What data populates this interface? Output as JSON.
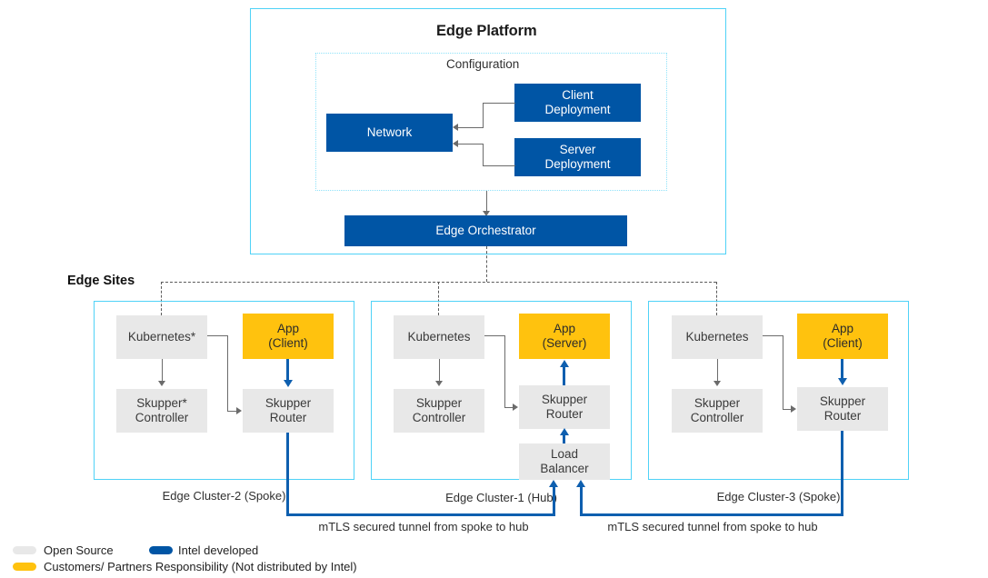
{
  "diagram": {
    "platform": {
      "title": "Edge Platform",
      "configuration_title": "Configuration",
      "boxes": {
        "network": "Network",
        "client_deployment": "Client\nDeployment",
        "client_deployment_line1": "Client",
        "client_deployment_line2": "Deployment",
        "server_deployment_line1": "Server",
        "server_deployment_line2": "Deployment",
        "edge_orchestrator": "Edge Orchestrator"
      }
    },
    "edge_sites": {
      "title": "Edge Sites",
      "clusters": [
        {
          "caption": "Edge Cluster-2 (Spoke)",
          "kubernetes": "Kubernetes*",
          "skupper_controller_line1": "Skupper*",
          "skupper_controller_line2": "Controller",
          "app_line1": "App",
          "app_line2": "(Client)",
          "skupper_router_line1": "Skupper",
          "skupper_router_line2": "Router"
        },
        {
          "caption": "Edge Cluster-1 (Hub)",
          "kubernetes": "Kubernetes",
          "skupper_controller_line1": "Skupper",
          "skupper_controller_line2": "Controller",
          "app_line1": "App",
          "app_line2": "(Server)",
          "skupper_router_line1": "Skupper",
          "skupper_router_line2": "Router",
          "load_balancer_line1": "Load",
          "load_balancer_line2": "Balancer"
        },
        {
          "caption": "Edge Cluster-3 (Spoke)",
          "kubernetes": "Kubernetes",
          "skupper_controller_line1": "Skupper",
          "skupper_controller_line2": "Controller",
          "app_line1": "App",
          "app_line2": "(Client)",
          "skupper_router_line1": "Skupper",
          "skupper_router_line2": "Router"
        }
      ]
    },
    "tunnels": [
      {
        "label": "mTLS secured tunnel from spoke to hub"
      },
      {
        "label": "mTLS secured tunnel from spoke to hub"
      }
    ],
    "legend": {
      "items": [
        {
          "label": "Open Source",
          "color": "#E8E8E8"
        },
        {
          "label": "Intel developed",
          "color": "#0055A5"
        },
        {
          "label": "Customers/ Partners Responsibility (Not distributed by Intel)",
          "color": "#FFC20E"
        }
      ]
    },
    "colors": {
      "intel_blue": "#0055A5",
      "tunnel_blue": "#0E5FAF",
      "open_source_grey": "#E8E8E8",
      "customer_amber": "#FFC20E",
      "panel_cyan": "#4FD2F7",
      "config_dotted_cyan": "#8FE2F9",
      "connector_grey": "#6B6B6B"
    }
  }
}
